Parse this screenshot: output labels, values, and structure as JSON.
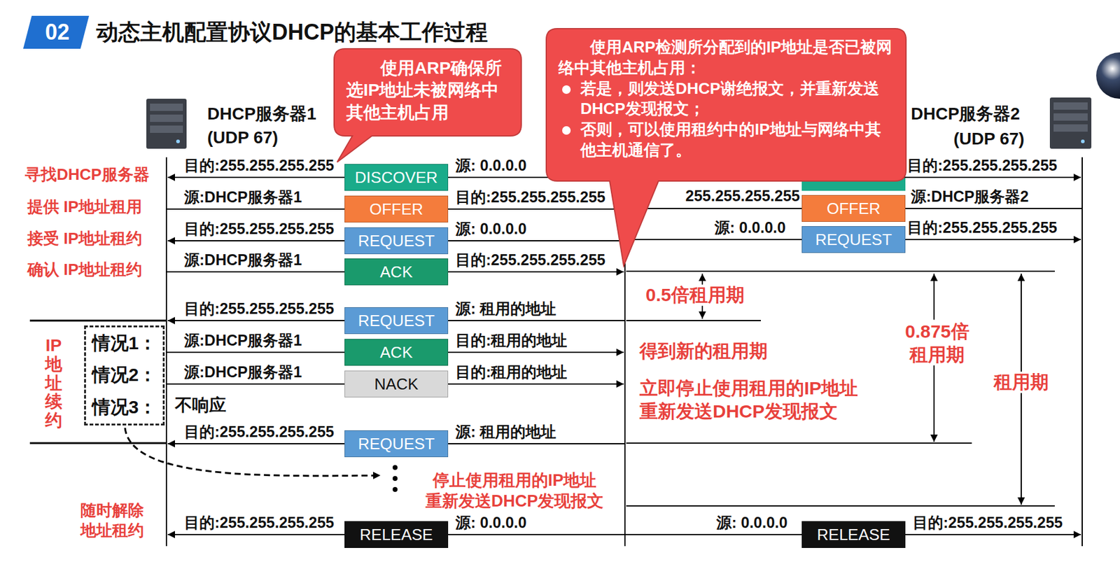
{
  "diagram": {
    "title": "动态主机配置协议DHCP的基本工作过程",
    "nodes": [
      {
        "text": [
          "使用ARP确保所选IP地址未被网络中其他主机占用"
        ]
      },
      {
        "text": [
          "使用ARP检测所分配到的IP地址是否已被网络中其他主机占用：",
          "若是，则发送DHCP谢绝报文，并重新发送DHCP发现报文；",
          "否则，可以使用租约中的IP地址与网络中其他主机通信了。"
        ]
      },
      {
        "text": [
          "DISCOVER"
        ]
      },
      {
        "text": [
          "OFFER"
        ]
      },
      {
        "text": [
          "OFFER"
        ]
      },
      {
        "text": [
          "REQUEST"
        ]
      },
      {
        "text": [
          "REQUEST"
        ]
      },
      {
        "text": [
          "ACK"
        ]
      },
      {
        "text": [
          "REQUEST"
        ]
      },
      {
        "text": [
          "情况1：",
          "情况2：",
          "情况3："
        ]
      },
      {
        "text": [
          "ACK"
        ]
      },
      {
        "text": [
          "NACK"
        ]
      },
      {
        "text": [
          "REQUEST"
        ]
      },
      {
        "text": [
          "RELEASE"
        ]
      },
      {
        "text": [
          "RELEASE"
        ]
      }
    ],
    "labels": [
      "02",
      "DHCP服务器1",
      "(UDP 67)",
      "DHCP服务器2",
      "(UDP 67)",
      "寻找DHCP服务器",
      "目的:255.255.255.255",
      "源: 0.0.0.0",
      "目的:255.255.255.255",
      "提供 IP地址租用",
      "源:DHCP服务器1",
      "目的:255.255.255.255",
      "255.255.255.255",
      "源:DHCP服务器2",
      "接受 IP地址租约",
      "目的:255.255.255.255",
      "源: 0.0.0.0",
      "源: 0.0.0.0",
      "目的:255.255.255.255",
      "确认 IP地址租约",
      "源:DHCP服务器1",
      "目的:255.255.255.255",
      "0.5倍租用期",
      "目的:255.255.255.255",
      "源: 租用的地址",
      "0.875倍 租用期",
      "IP地址续约",
      "源:DHCP服务器1",
      "目的:租用的地址",
      "得到新的租用期",
      "源:DHCP服务器1",
      "目的:租用的地址",
      "租用期",
      "立即停止使用租用的IP地址 重新发送DHCP发现报文",
      "不响应",
      "目的:255.255.255.255",
      "源: 租用的地址",
      "停止使用租用的IP地址 重新发送DHCP发现报文",
      "随时解除 地址租约",
      "目的:255.255.255.255",
      "源: 0.0.0.0",
      "源: 0.0.0.0",
      "目的:255.255.255.255"
    ]
  }
}
